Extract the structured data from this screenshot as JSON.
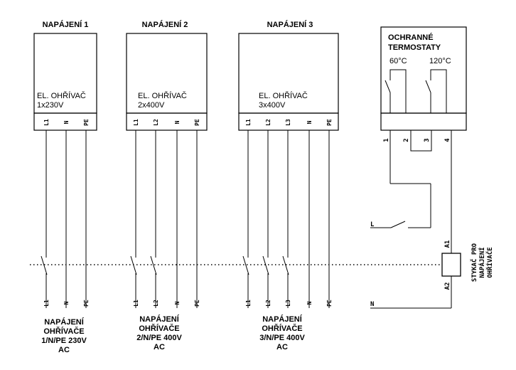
{
  "supply1": {
    "title": "NAPÁJENÍ 1",
    "heater_line1": "EL. OHŘÍVAČ",
    "heater_line2": "1x230V",
    "terminals": [
      "L1",
      "N",
      "PE"
    ],
    "bottom_terminals": [
      "L1",
      "N",
      "PE"
    ],
    "caption_lines": [
      "NAPÁJENÍ",
      "OHŘÍVAČE",
      "1/N/PE 230V",
      "AC"
    ]
  },
  "supply2": {
    "title": "NAPÁJENÍ 2",
    "heater_line1": "EL. OHŘÍVAČ",
    "heater_line2": "2x400V",
    "terminals": [
      "L1",
      "L2",
      "N",
      "PE"
    ],
    "bottom_terminals": [
      "L1",
      "L2",
      "N",
      "PE"
    ],
    "caption_lines": [
      "NAPÁJENÍ",
      "OHŘÍVAČE",
      "2/N/PE 400V",
      "AC"
    ]
  },
  "supply3": {
    "title": "NAPÁJENÍ 3",
    "heater_line1": "EL. OHŘÍVAČ",
    "heater_line2": "3x400V",
    "terminals": [
      "L1",
      "L2",
      "L3",
      "N",
      "PE"
    ],
    "bottom_terminals": [
      "L1",
      "L2",
      "L3",
      "N",
      "PE"
    ],
    "caption_lines": [
      "NAPÁJENÍ",
      "OHŘÍVAČE",
      "3/N/PE 400V",
      "AC"
    ]
  },
  "thermostats": {
    "title_line1": "OCHRANNÉ",
    "title_line2": "TERMOSTATY",
    "temp1": "60°C",
    "temp2": "120°C",
    "terminals": [
      "1",
      "2",
      "3",
      "4"
    ]
  },
  "control": {
    "line_label": "L",
    "neutral_label": "N",
    "coil_a1": "A1",
    "coil_a2": "A2",
    "contactor_lines": [
      "STYKAČ PRO",
      "NAPÁJENÍ",
      "OHŘÍVAČE"
    ]
  }
}
